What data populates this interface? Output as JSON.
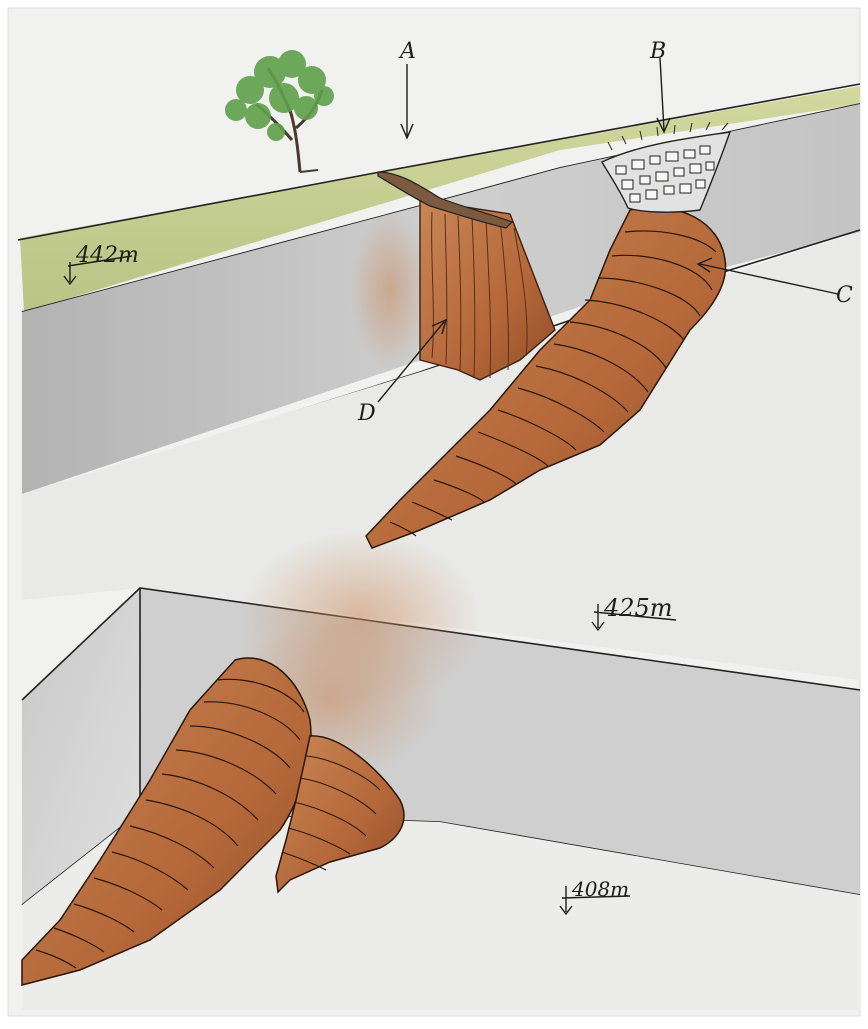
{
  "labels": {
    "a": "A",
    "b": "B",
    "c": "C",
    "d": "D"
  },
  "elevations": {
    "top": "442m",
    "middle": "425m",
    "bottom": "408m"
  },
  "colors": {
    "paper": "#f1f1ef",
    "surface_grass": "#c3cc8e",
    "rock_face": "#bcbcbc",
    "rock_face_light": "#dcdcdc",
    "sediment": "#b56a3a",
    "sediment_dark": "#7d4021",
    "ink": "#1d1d1d",
    "tree_leaves": "#5fa04a"
  }
}
